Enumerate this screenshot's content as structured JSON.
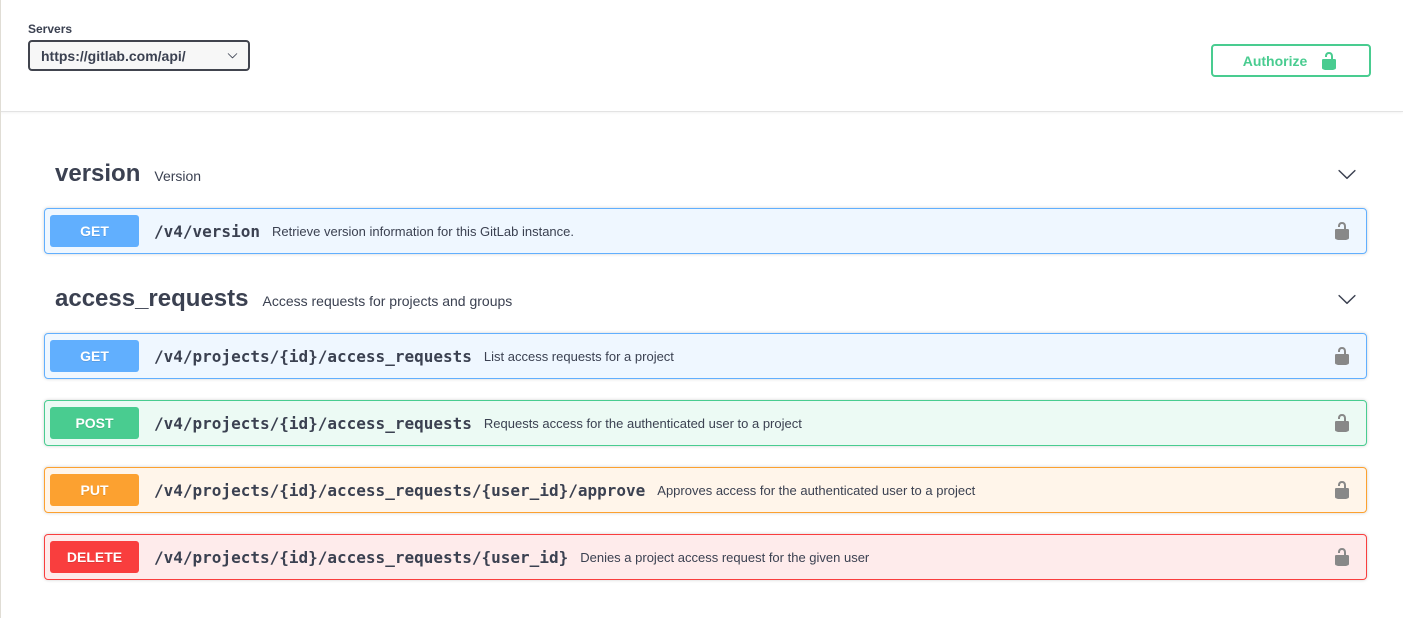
{
  "servers": {
    "label": "Servers",
    "selected_url": "https://gitlab.com/api/"
  },
  "authorize": {
    "label": "Authorize"
  },
  "sections": [
    {
      "name": "version",
      "description": "Version",
      "operations": [
        {
          "method": "GET",
          "path": "/v4/version",
          "summary": "Retrieve version information for this GitLab instance."
        }
      ]
    },
    {
      "name": "access_requests",
      "description": "Access requests for projects and groups",
      "operations": [
        {
          "method": "GET",
          "path": "/v4/projects/{id}/access_requests",
          "summary": "List access requests for a project"
        },
        {
          "method": "POST",
          "path": "/v4/projects/{id}/access_requests",
          "summary": "Requests access for the authenticated user to a project"
        },
        {
          "method": "PUT",
          "path": "/v4/projects/{id}/access_requests/{user_id}/approve",
          "summary": "Approves access for the authenticated user to a project"
        },
        {
          "method": "DELETE",
          "path": "/v4/projects/{id}/access_requests/{user_id}",
          "summary": "Denies a project access request for the given user"
        }
      ]
    }
  ],
  "colors": {
    "get": "#61affe",
    "post": "#49cc90",
    "put": "#fca130",
    "delete": "#f93e3e",
    "authorize_accent": "#49cc90",
    "text": "#3b4151",
    "lock_gray": "#888888"
  }
}
